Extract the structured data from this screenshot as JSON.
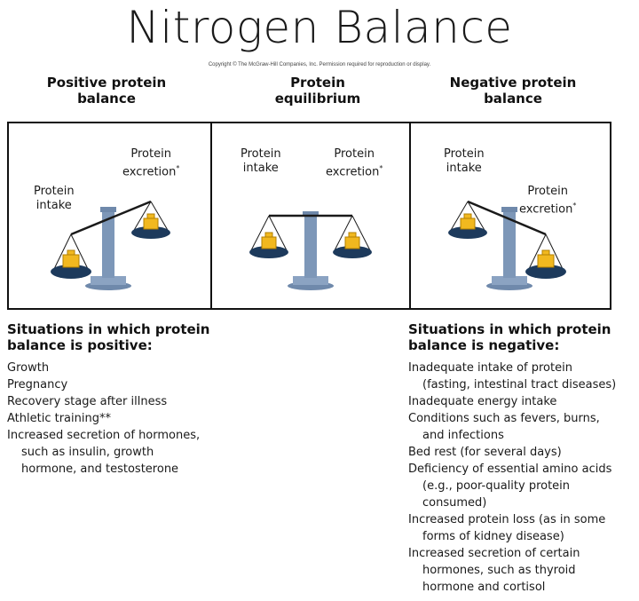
{
  "title": "Nitrogen Balance",
  "copyright": "Copyright © The McGraw-Hill Companies, Inc. Permission required for reproduction or display.",
  "columns": [
    {
      "heading": [
        "Positive protein",
        "balance"
      ],
      "intake": [
        "Protein",
        "intake"
      ],
      "excretion": [
        "Protein",
        "excretion"
      ]
    },
    {
      "heading": [
        "Protein",
        "equilibrium"
      ],
      "intake": [
        "Protein",
        "intake"
      ],
      "excretion": [
        "Protein",
        "excretion"
      ]
    },
    {
      "heading": [
        "Negative protein",
        "balance"
      ],
      "intake": [
        "Protein",
        "intake"
      ],
      "excretion": [
        "Protein",
        "excretion"
      ]
    }
  ],
  "asterisk": "*",
  "positive_heading": [
    "Situations in which protein",
    "balance is positive:"
  ],
  "positive_items": [
    [
      "Growth"
    ],
    [
      "Pregnancy"
    ],
    [
      "Recovery stage after illness"
    ],
    [
      "Athletic training**"
    ],
    [
      "Increased secretion of hormones,",
      "such as insulin, growth",
      "hormone, and testosterone"
    ]
  ],
  "negative_heading": [
    "Situations in which protein",
    "balance is negative:"
  ],
  "negative_items": [
    [
      "Inadequate intake of protein",
      "(fasting, intestinal tract diseases)"
    ],
    [
      "Inadequate energy intake"
    ],
    [
      "Conditions such as fevers, burns,",
      "and infections"
    ],
    [
      "Bed rest (for several days)"
    ],
    [
      "Deficiency of essential amino acids",
      "(e.g., poor-quality protein",
      "consumed)"
    ],
    [
      "Increased protein loss (as in some",
      "forms of kidney disease)"
    ],
    [
      "Increased secretion of certain",
      "hormones, such as thyroid",
      "hormone and cortisol"
    ]
  ],
  "colors": {
    "pan": "#1d3a5c",
    "weight": "#f1b81f",
    "post": "#7d97b8",
    "beam": "#1a1a1a"
  }
}
